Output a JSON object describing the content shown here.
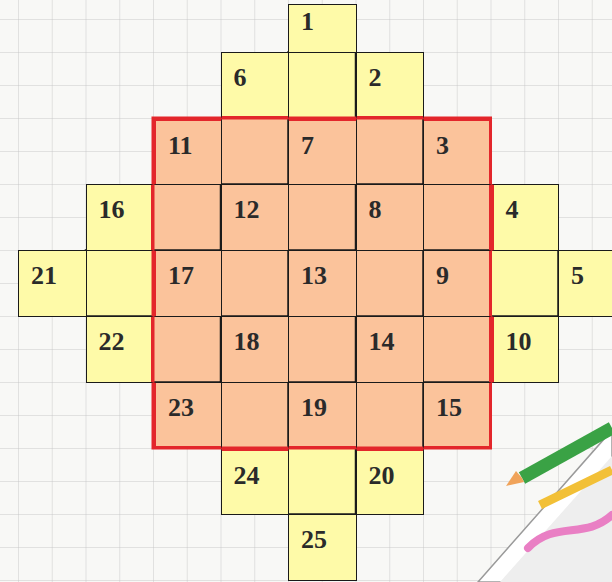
{
  "diagram": {
    "nodes": [
      {
        "text": [
          "1"
        ]
      },
      {
        "text": [
          "6"
        ]
      },
      {
        "text": [
          "2"
        ]
      },
      {
        "text": [
          "11"
        ]
      },
      {
        "text": [
          "7"
        ]
      },
      {
        "text": [
          "3"
        ]
      },
      {
        "text": [
          "16"
        ]
      },
      {
        "text": [
          "12"
        ]
      },
      {
        "text": [
          "8"
        ]
      },
      {
        "text": [
          "4"
        ]
      },
      {
        "text": [
          "21"
        ]
      },
      {
        "text": [
          "17"
        ]
      },
      {
        "text": [
          "13"
        ]
      },
      {
        "text": [
          "9"
        ]
      },
      {
        "text": [
          "5"
        ]
      },
      {
        "text": [
          "22"
        ]
      },
      {
        "text": [
          "18"
        ]
      },
      {
        "text": [
          "14"
        ]
      },
      {
        "text": [
          "10"
        ]
      },
      {
        "text": [
          "23"
        ]
      },
      {
        "text": [
          "19"
        ]
      },
      {
        "text": [
          "15"
        ]
      },
      {
        "text": [
          "24"
        ]
      },
      {
        "text": [
          "20"
        ]
      },
      {
        "text": [
          "25"
        ]
      }
    ]
  }
}
